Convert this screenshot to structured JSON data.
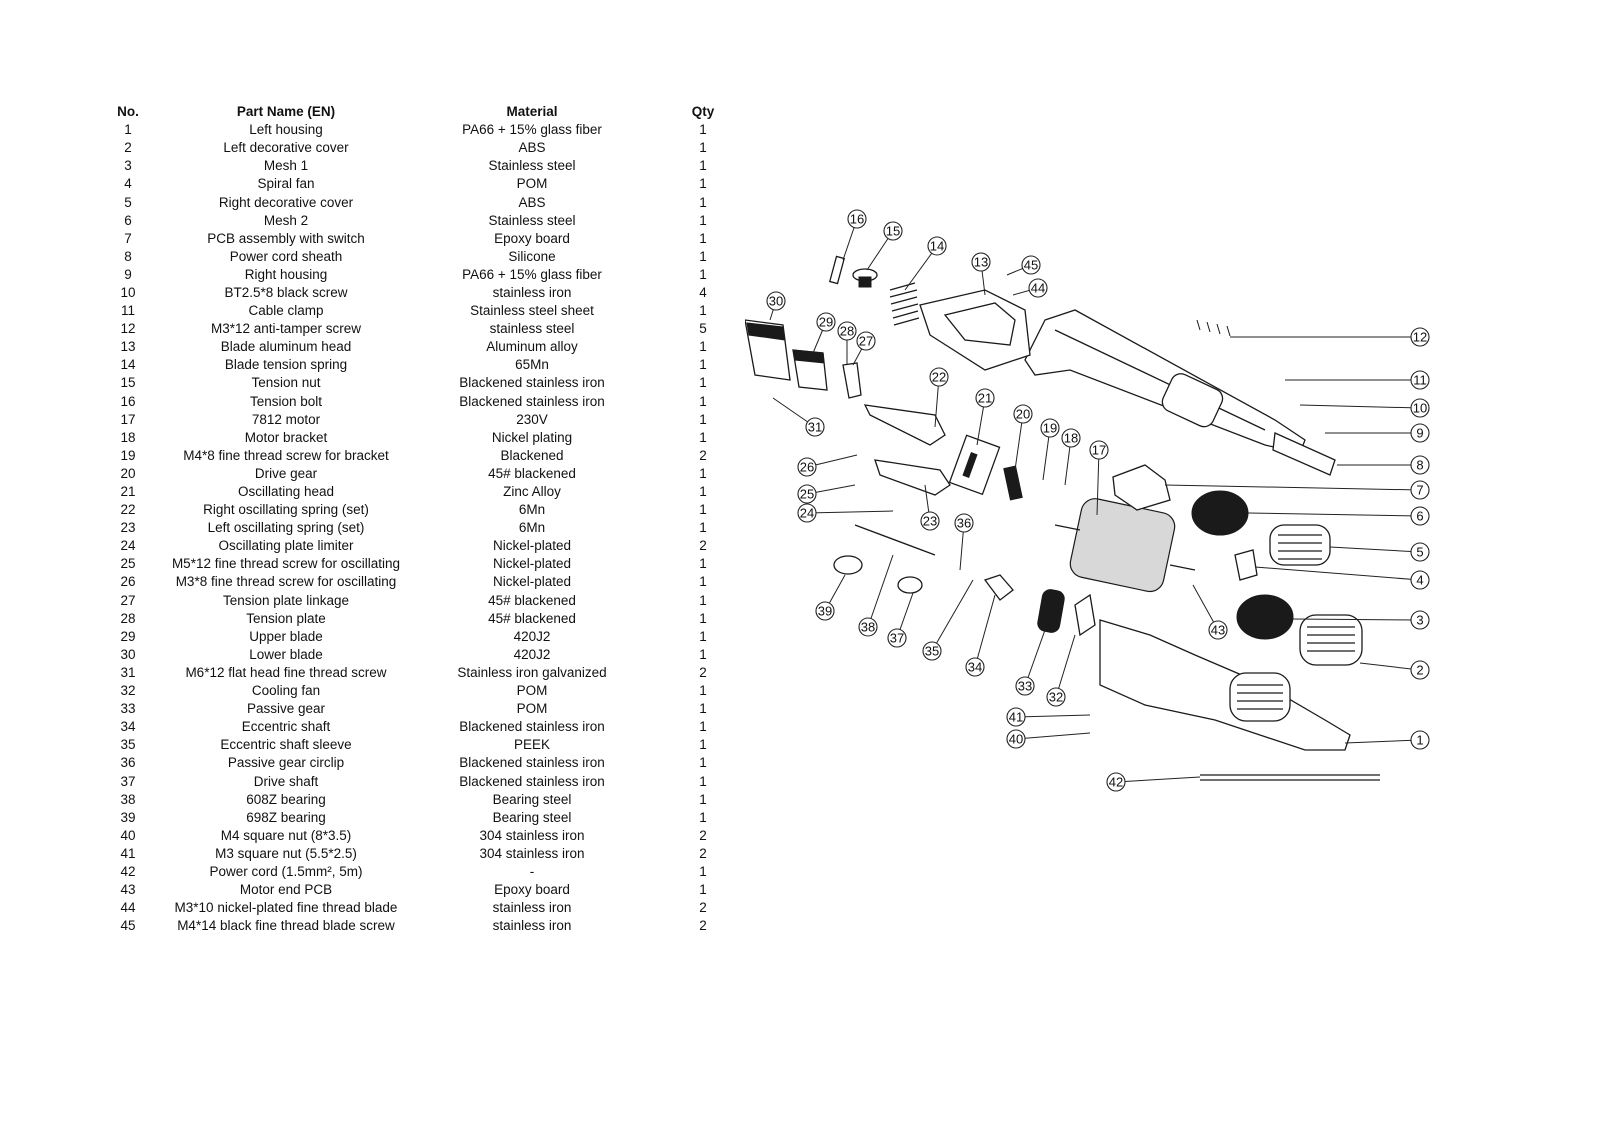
{
  "table": {
    "headers": [
      "No.",
      "Part Name (EN)",
      "Material",
      "Qty"
    ],
    "rows": [
      [
        "1",
        "Left housing",
        "PA66 + 15% glass fiber",
        "1"
      ],
      [
        "2",
        "Left decorative cover",
        "ABS",
        "1"
      ],
      [
        "3",
        "Mesh 1",
        "Stainless steel",
        "1"
      ],
      [
        "4",
        "Spiral fan",
        "POM",
        "1"
      ],
      [
        "5",
        "Right decorative cover",
        "ABS",
        "1"
      ],
      [
        "6",
        "Mesh 2",
        "Stainless steel",
        "1"
      ],
      [
        "7",
        "PCB assembly with switch",
        "Epoxy board",
        "1"
      ],
      [
        "8",
        "Power cord sheath",
        "Silicone",
        "1"
      ],
      [
        "9",
        "Right housing",
        "PA66 + 15% glass fiber",
        "1"
      ],
      [
        "10",
        "BT2.5*8 black screw",
        "stainless iron",
        "4"
      ],
      [
        "11",
        "Cable clamp",
        "Stainless steel sheet",
        "1"
      ],
      [
        "12",
        "M3*12 anti-tamper screw",
        "stainless steel",
        "5"
      ],
      [
        "13",
        "Blade aluminum head",
        "Aluminum alloy",
        "1"
      ],
      [
        "14",
        "Blade tension spring",
        "65Mn",
        "1"
      ],
      [
        "15",
        "Tension nut",
        "Blackened stainless iron",
        "1"
      ],
      [
        "16",
        "Tension bolt",
        "Blackened stainless iron",
        "1"
      ],
      [
        "17",
        "7812 motor",
        "230V",
        "1"
      ],
      [
        "18",
        "Motor bracket",
        "Nickel plating",
        "1"
      ],
      [
        "19",
        "M4*8 fine thread screw for bracket",
        "Blackened",
        "2"
      ],
      [
        "20",
        "Drive gear",
        "45# blackened",
        "1"
      ],
      [
        "21",
        "Oscillating head",
        "Zinc Alloy",
        "1"
      ],
      [
        "22",
        "Right oscillating spring (set)",
        "6Mn",
        "1"
      ],
      [
        "23",
        "Left oscillating spring (set)",
        "6Mn",
        "1"
      ],
      [
        "24",
        "Oscillating plate limiter",
        "Nickel-plated",
        "2"
      ],
      [
        "25",
        "M5*12 fine thread screw for oscillating",
        "Nickel-plated",
        "1"
      ],
      [
        "26",
        "M3*8 fine thread screw for oscillating",
        "Nickel-plated",
        "1"
      ],
      [
        "27",
        "Tension plate linkage",
        "45# blackened",
        "1"
      ],
      [
        "28",
        "Tension plate",
        "45# blackened",
        "1"
      ],
      [
        "29",
        "Upper blade",
        "420J2",
        "1"
      ],
      [
        "30",
        "Lower blade",
        "420J2",
        "1"
      ],
      [
        "31",
        "M6*12 flat head fine thread screw",
        "Stainless iron galvanized",
        "2"
      ],
      [
        "32",
        "Cooling fan",
        "POM",
        "1"
      ],
      [
        "33",
        "Passive gear",
        "POM",
        "1"
      ],
      [
        "34",
        "Eccentric shaft",
        "Blackened stainless iron",
        "1"
      ],
      [
        "35",
        "Eccentric shaft sleeve",
        "PEEK",
        "1"
      ],
      [
        "36",
        "Passive gear circlip",
        "Blackened stainless iron",
        "1"
      ],
      [
        "37",
        "Drive shaft",
        "Blackened stainless iron",
        "1"
      ],
      [
        "38",
        "608Z bearing",
        "Bearing steel",
        "1"
      ],
      [
        "39",
        "698Z bearing",
        "Bearing steel",
        "1"
      ],
      [
        "40",
        "M4 square nut (8*3.5)",
        "304 stainless iron",
        "2"
      ],
      [
        "41",
        "M3 square nut (5.5*2.5)",
        "304 stainless iron",
        "2"
      ],
      [
        "42",
        "Power cord (1.5mm², 5m)",
        "-",
        "1"
      ],
      [
        "43",
        "Motor end PCB",
        "Epoxy board",
        "1"
      ],
      [
        "44",
        "M3*10 nickel-plated fine thread blade",
        "stainless iron",
        "2"
      ],
      [
        "45",
        "M4*14 black fine thread blade screw",
        "stainless iron",
        "2"
      ]
    ]
  },
  "diagram": {
    "callouts": [
      "1",
      "2",
      "3",
      "4",
      "5",
      "6",
      "7",
      "8",
      "9",
      "10",
      "11",
      "12",
      "13",
      "14",
      "15",
      "16",
      "17",
      "18",
      "19",
      "20",
      "21",
      "22",
      "23",
      "24",
      "25",
      "26",
      "27",
      "28",
      "29",
      "30",
      "31",
      "32",
      "33",
      "34",
      "35",
      "36",
      "37",
      "38",
      "39",
      "40",
      "41",
      "42",
      "43",
      "44",
      "45"
    ]
  }
}
